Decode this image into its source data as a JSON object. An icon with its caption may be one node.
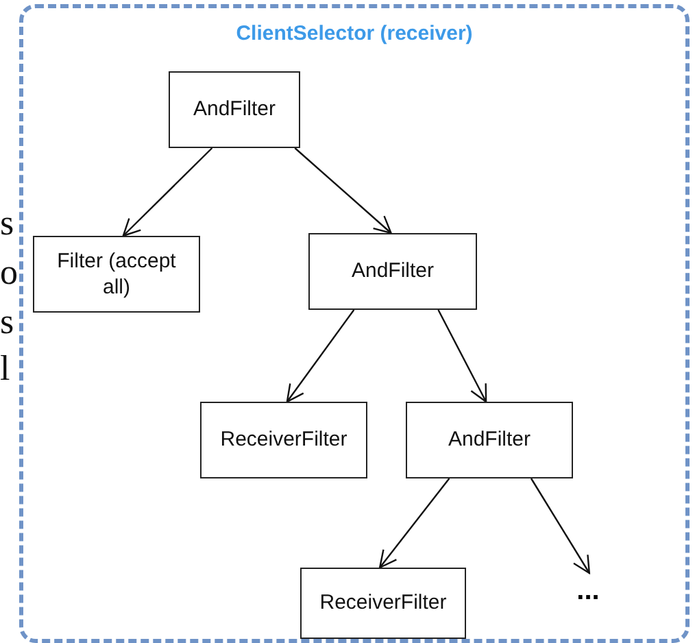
{
  "diagram": {
    "nodes": [
      {
        "text": [
          "ClientSelector (receiver)"
        ]
      },
      {
        "text": [
          "AndFilter"
        ],
        "in": 0
      },
      {
        "text": [
          "Filter (accept all)"
        ],
        "in": 0
      },
      {
        "text": [
          "AndFilter"
        ],
        "in": 0
      },
      {
        "text": [
          "ReceiverFilter"
        ],
        "in": 0
      },
      {
        "text": [
          "AndFilter"
        ],
        "in": 0
      },
      {
        "text": [
          "ReceiverFilter"
        ],
        "in": 0
      },
      {
        "text": [
          "..."
        ],
        "in": 0
      }
    ],
    "edges": [
      {
        "from": 1,
        "to": 2,
        "arrow": "to"
      },
      {
        "from": 1,
        "to": 3,
        "arrow": "to"
      },
      {
        "from": 3,
        "to": 4,
        "arrow": "to"
      },
      {
        "from": 3,
        "to": 5,
        "arrow": "to"
      },
      {
        "from": 5,
        "to": 6,
        "arrow": "to"
      },
      {
        "from": 5,
        "to": 7,
        "arrow": "to"
      }
    ],
    "labels": [
      "s",
      "o",
      "s",
      "l"
    ]
  }
}
